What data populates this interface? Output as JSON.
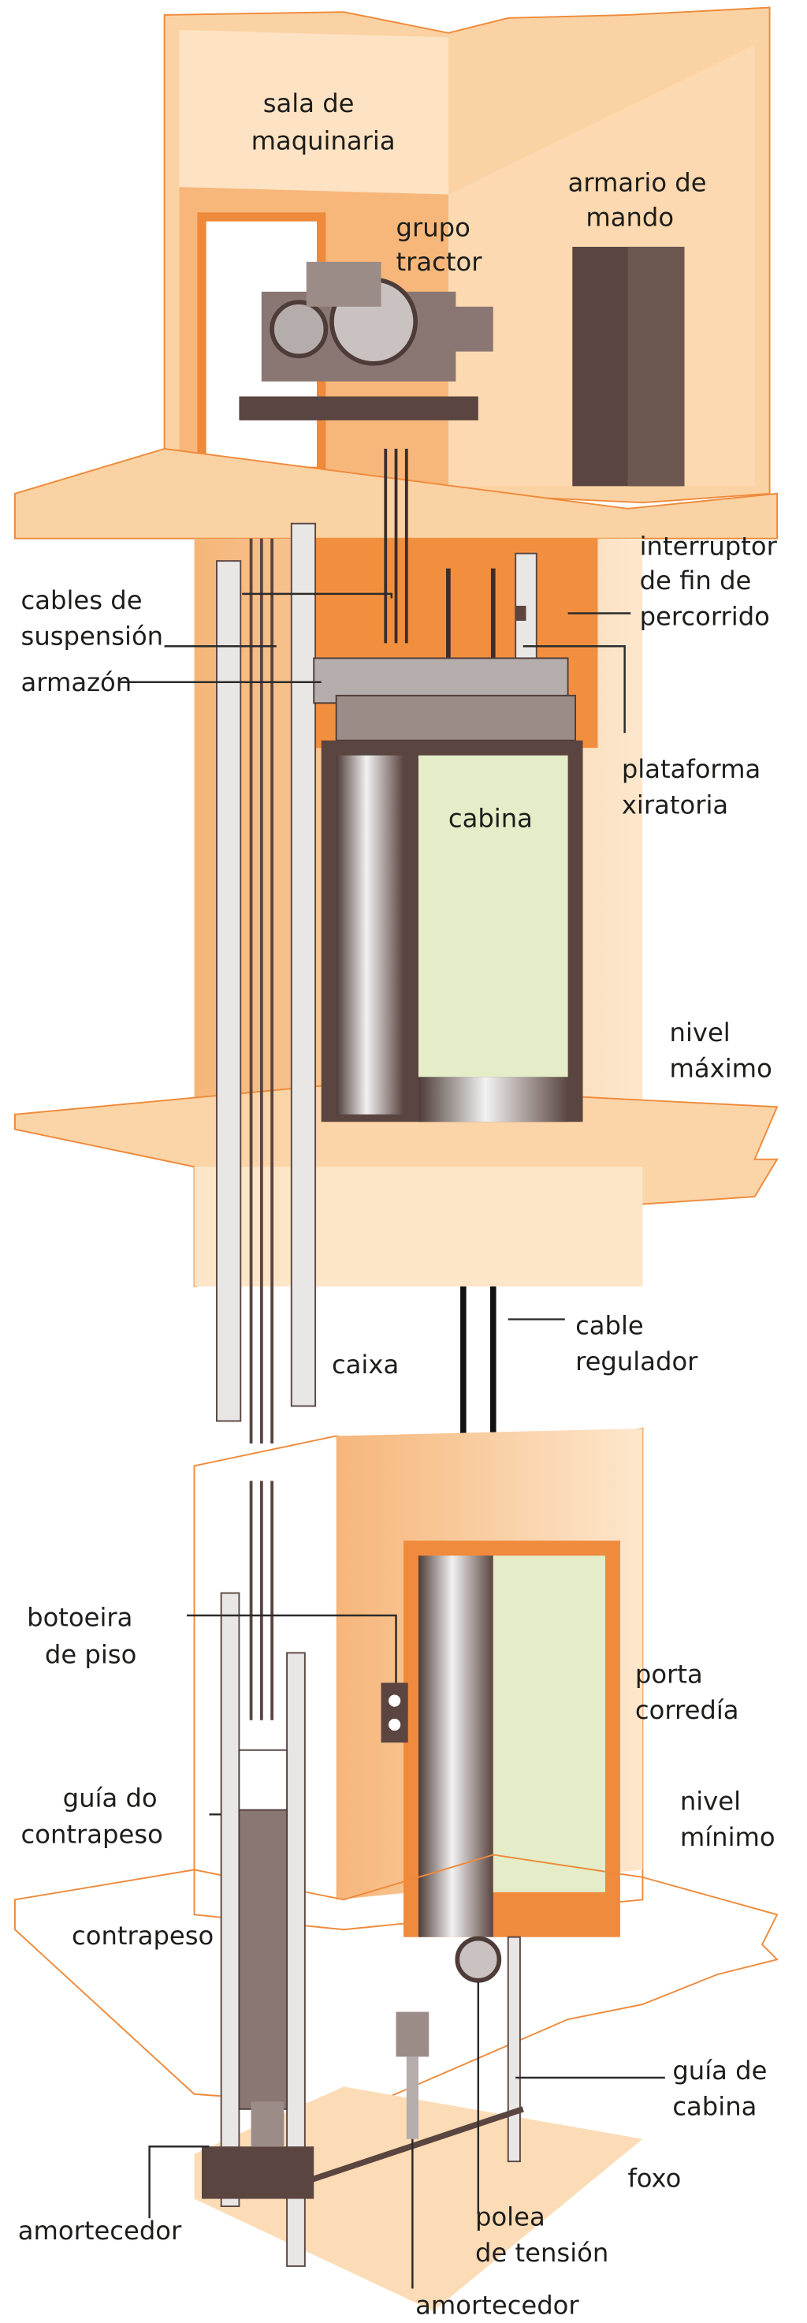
{
  "labels": {
    "machine_room": [
      "sala de",
      "maquinaria"
    ],
    "traction_group": [
      "grupo",
      "tractor"
    ],
    "control_cabinet": [
      "armario de",
      "mando"
    ],
    "limit_switch": [
      "interruptor",
      "de fin de",
      "percorrido"
    ],
    "suspension_cables": [
      "cables de",
      "suspensión"
    ],
    "frame": "armazón",
    "rotating_platform": [
      "plataforma",
      "xiratoria"
    ],
    "cabin": "cabina",
    "max_level": [
      "nivel",
      "máximo"
    ],
    "shaft": "caixa",
    "governor_cable": [
      "cable",
      "regulador"
    ],
    "floor_button_panel": [
      "botoeira",
      "de piso"
    ],
    "sliding_door": [
      "porta",
      "corredía"
    ],
    "counterweight_guide": [
      "guía do",
      "contrapeso"
    ],
    "min_level": [
      "nivel",
      "mínimo"
    ],
    "counterweight": "contrapeso",
    "cabin_guide": [
      "guía de",
      "cabina"
    ],
    "pit": "foxo",
    "buffer_left": "amortecedor",
    "tension_pulley": [
      "polea",
      "de tensión"
    ],
    "buffer_bottom": "amortecedor"
  },
  "colors": {
    "wall_light": "#fde3c4",
    "wall_mid": "#f9c48f",
    "wall_dark": "#f08a3c",
    "outline": "#ee8a3a",
    "metal_dark": "#5a4540",
    "metal_light": "#e9e6e6",
    "cabin_interior": "#e4ecc8"
  }
}
